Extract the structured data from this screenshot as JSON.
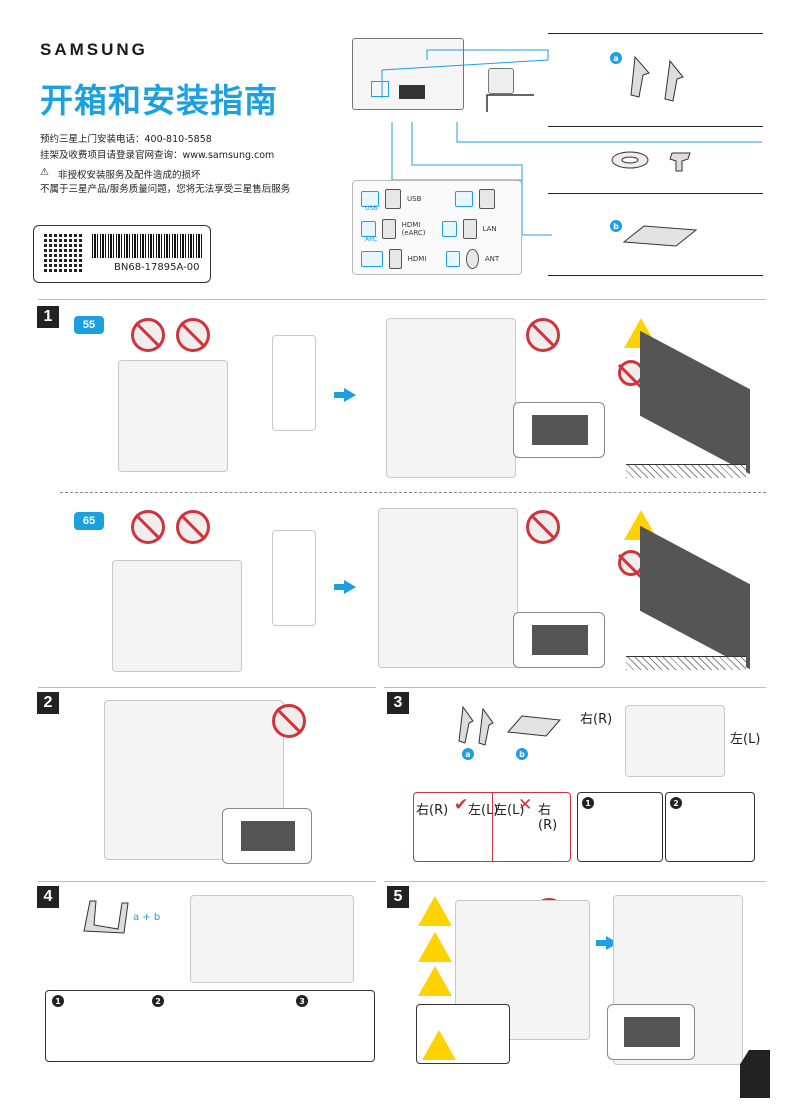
{
  "header": {
    "brand": "SAMSUNG",
    "title": "开箱和安装指南",
    "phone_line": "预约三星上门安装电话：400-810-5858",
    "web_line": "挂架及收费项目请登录官网查询：www.samsung.com",
    "warning_line1": "非授权安装服务及配件造成的损坏",
    "warning_line2": "不属于三星产品/服务质量问题，您将无法享受三星售后服务",
    "barcode_text": "BN68-17895A-00"
  },
  "ports": {
    "usb": "USB",
    "usb_port": "USB",
    "hdmi_earc": "HDMI\n(eARC)",
    "arc": "ARC",
    "lan": "LAN",
    "hdmi": "HDMI",
    "ant": "ANT"
  },
  "parts": {
    "badge_a": "a",
    "badge_b": "b"
  },
  "steps": {
    "s1": "1",
    "s2": "2",
    "s3": "3",
    "s4": "4",
    "s5": "5",
    "size55": "55",
    "size65": "65"
  },
  "step3": {
    "right": "右(R)",
    "left": "左(L)",
    "right_c": "右(R)",
    "left_c": "左(L)",
    "left_w": "左(L)",
    "right_w": "右(R)",
    "sub1": "1",
    "sub2": "2",
    "badge_a": "a",
    "badge_b": "b"
  },
  "step4": {
    "combo": "a + b",
    "sub1": "1",
    "sub2": "2",
    "sub3": "3"
  },
  "colors": {
    "accent": "#1ba1e0",
    "warning": "#d0343b",
    "caution": "#ffd200"
  }
}
